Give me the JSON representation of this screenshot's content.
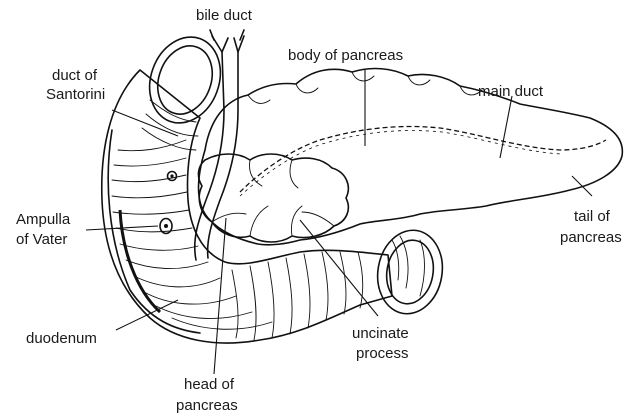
{
  "labels": {
    "bile_duct": "bile duct",
    "body_of_pancreas": "body of pancreas",
    "duct_of_santorini": [
      "duct of",
      "Santorini"
    ],
    "main_duct": "main duct",
    "ampulla_of_vater": [
      "Ampulla",
      "of Vater"
    ],
    "tail_of_pancreas": [
      "tail of",
      "pancreas"
    ],
    "duodenum": "duodenum",
    "uncinate_process": [
      "uncinate",
      "process"
    ],
    "head_of_pancreas": [
      "head of",
      "pancreas"
    ]
  },
  "colors": {
    "ink": "#111111",
    "background": "#ffffff"
  }
}
